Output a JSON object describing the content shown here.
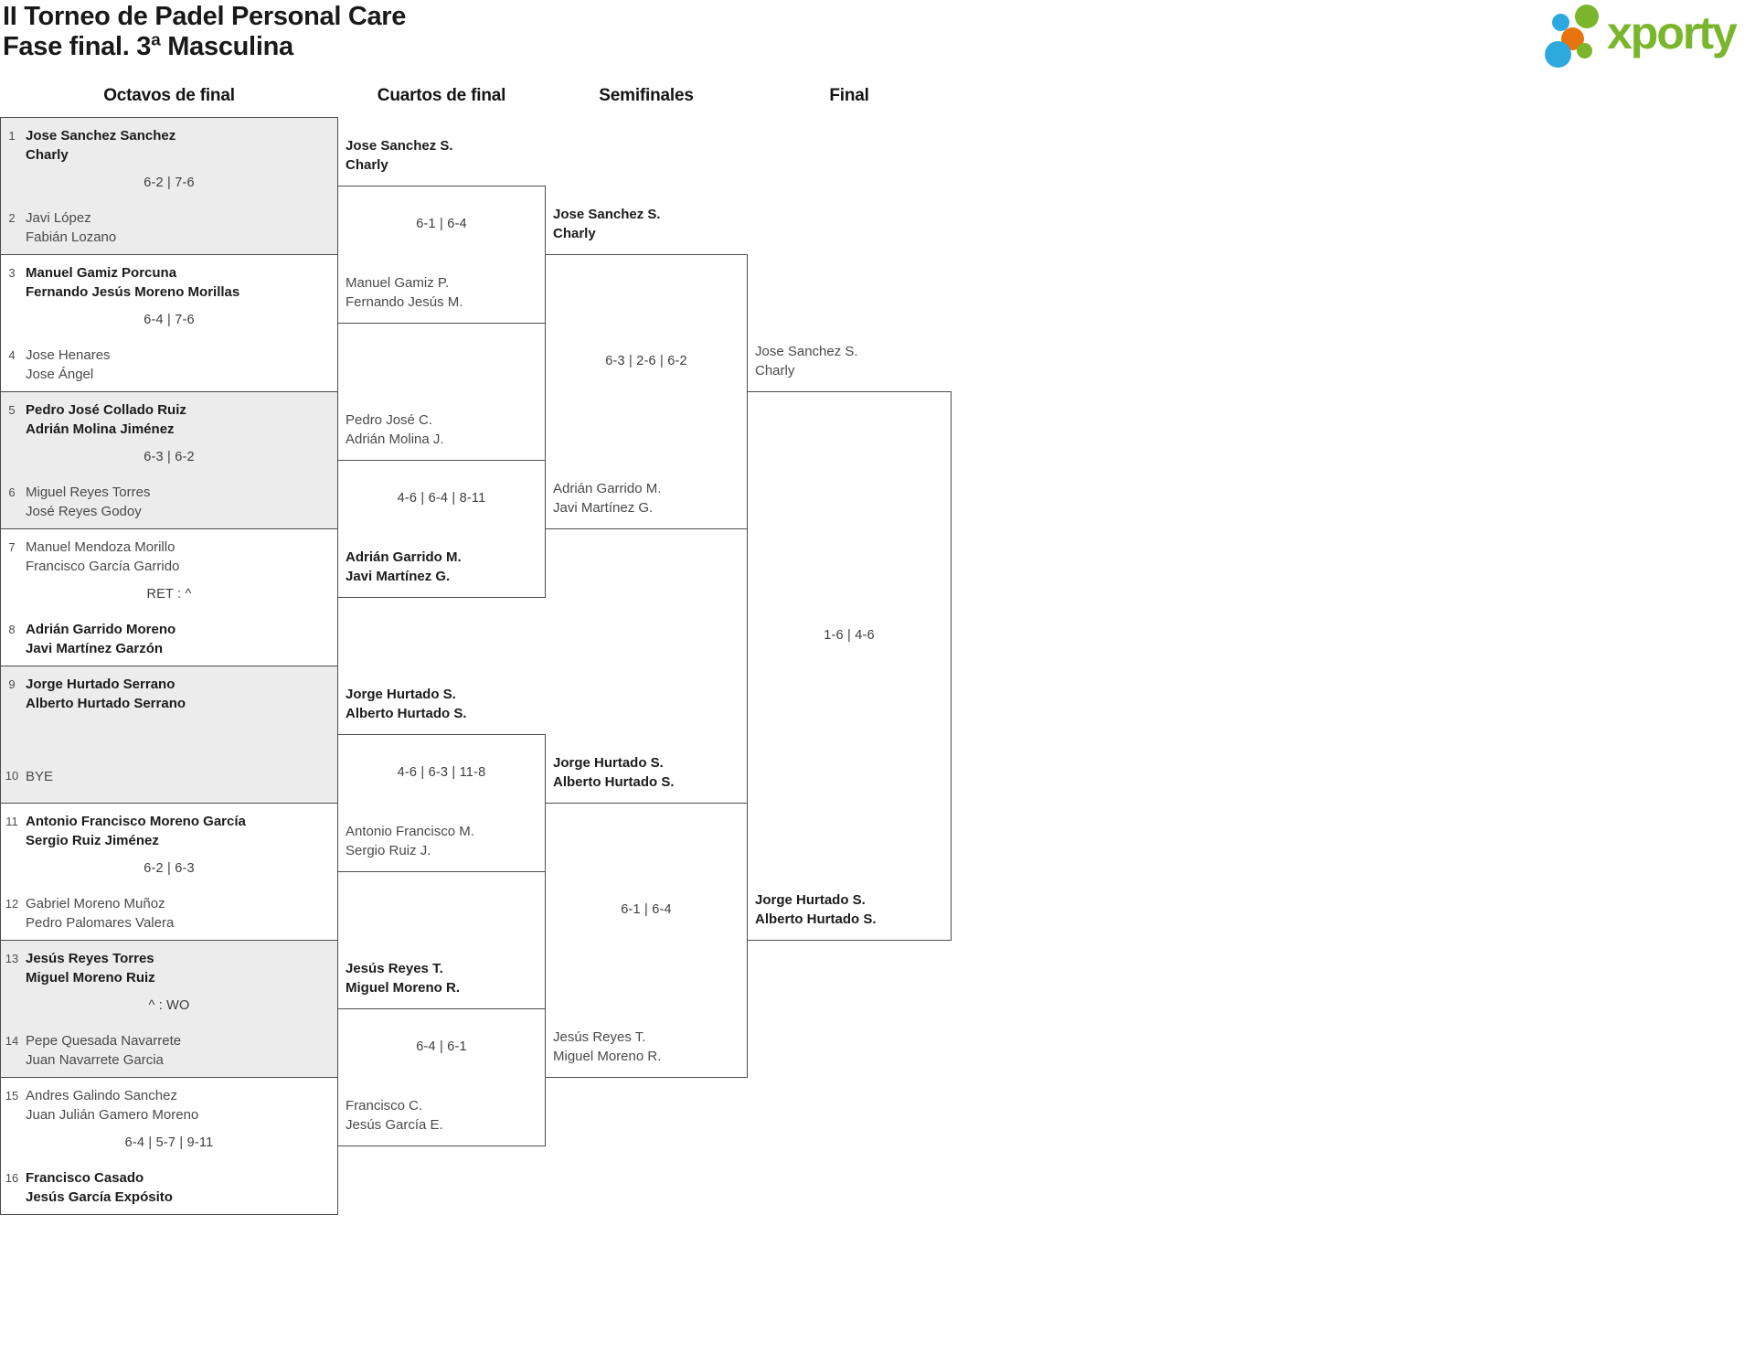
{
  "header": {
    "title": "II Torneo de Padel Personal Care",
    "subtitle": "Fase final. 3ª Masculina"
  },
  "logo": {
    "brand": "xporty",
    "green": "#7ab62c",
    "blue": "#2ea9e0",
    "orange": "#e8730d"
  },
  "bracket": {
    "round_labels": [
      "Octavos de final",
      "Cuartos de final",
      "Semifinales",
      "Final"
    ],
    "round1": [
      {
        "seed1": "1",
        "team1": [
          "Jose Sanchez Sanchez",
          "Charly"
        ],
        "score": "6-2 | 7-6",
        "seed2": "2",
        "team2": [
          "Javi López",
          "Fabián Lozano"
        ],
        "winner": 1,
        "shaded": true
      },
      {
        "seed1": "3",
        "team1": [
          "Manuel Gamiz Porcuna",
          "Fernando Jesús Moreno Morillas"
        ],
        "score": "6-4 | 7-6",
        "seed2": "4",
        "team2": [
          "Jose Henares",
          "Jose Ángel"
        ],
        "winner": 1,
        "shaded": false
      },
      {
        "seed1": "5",
        "team1": [
          "Pedro José Collado Ruiz",
          "Adrián Molina Jiménez"
        ],
        "score": "6-3 | 6-2",
        "seed2": "6",
        "team2": [
          "Miguel Reyes Torres",
          "José Reyes Godoy"
        ],
        "winner": 1,
        "shaded": true
      },
      {
        "seed1": "7",
        "team1": [
          "Manuel Mendoza Morillo",
          "Francisco García Garrido"
        ],
        "score": "RET : ^",
        "seed2": "8",
        "team2": [
          "Adrián Garrido Moreno",
          "Javi Martínez Garzón"
        ],
        "winner": 2,
        "shaded": false
      },
      {
        "seed1": "9",
        "team1": [
          "Jorge Hurtado Serrano",
          "Alberto Hurtado Serrano"
        ],
        "score": "",
        "seed2": "10",
        "team2": [
          "BYE"
        ],
        "winner": 1,
        "shaded": true
      },
      {
        "seed1": "11",
        "team1": [
          "Antonio Francisco Moreno García",
          "Sergio Ruiz Jiménez"
        ],
        "score": "6-2 | 6-3",
        "seed2": "12",
        "team2": [
          "Gabriel Moreno Muñoz",
          "Pedro Palomares Valera"
        ],
        "winner": 1,
        "shaded": false
      },
      {
        "seed1": "13",
        "team1": [
          "Jesús Reyes Torres",
          "Miguel Moreno Ruiz"
        ],
        "score": "^ : WO",
        "seed2": "14",
        "team2": [
          "Pepe Quesada Navarrete",
          "Juan Navarrete Garcia"
        ],
        "winner": 1,
        "shaded": true
      },
      {
        "seed1": "15",
        "team1": [
          "Andres Galindo Sanchez",
          "Juan Julián Gamero Moreno"
        ],
        "score": "6-4 | 5-7 | 9-11",
        "seed2": "16",
        "team2": [
          "Francisco Casado",
          "Jesús García Expósito"
        ],
        "winner": 2,
        "shaded": false
      }
    ],
    "quarterfinals": [
      {
        "team1": [
          "Jose Sanchez S.",
          "Charly"
        ],
        "score": "6-1 | 6-4",
        "team2": [
          "Manuel Gamiz P.",
          "Fernando Jesús M."
        ],
        "winner": 1
      },
      {
        "team1": [
          "Pedro José C.",
          "Adrián Molina J."
        ],
        "score": "4-6 | 6-4 | 8-11",
        "team2": [
          "Adrián Garrido M.",
          "Javi Martínez G."
        ],
        "winner": 2
      },
      {
        "team1": [
          "Jorge Hurtado S.",
          "Alberto Hurtado S."
        ],
        "score": "4-6 | 6-3 | 11-8",
        "team2": [
          "Antonio Francisco M.",
          "Sergio Ruiz J."
        ],
        "winner": 1
      },
      {
        "team1": [
          "Jesús Reyes T.",
          "Miguel Moreno R."
        ],
        "score": "6-4 | 6-1",
        "team2": [
          "Francisco C.",
          "Jesús García E."
        ],
        "winner": 1
      }
    ],
    "semifinals": [
      {
        "team1": [
          "Jose Sanchez S.",
          "Charly"
        ],
        "score": "6-3 | 2-6 | 6-2",
        "team2": [
          "Adrián Garrido M.",
          "Javi Martínez G."
        ],
        "winner": 1
      },
      {
        "team1": [
          "Jorge Hurtado S.",
          "Alberto Hurtado S."
        ],
        "score": "6-1 | 6-4",
        "team2": [
          "Jesús Reyes T.",
          "Miguel Moreno R."
        ],
        "winner": 1
      }
    ],
    "final": [
      {
        "team1": [
          "Jose Sanchez S.",
          "Charly"
        ],
        "score": "1-6 | 4-6",
        "team2": [
          "Jorge Hurtado S.",
          "Alberto Hurtado S."
        ],
        "winner": 2
      }
    ]
  }
}
